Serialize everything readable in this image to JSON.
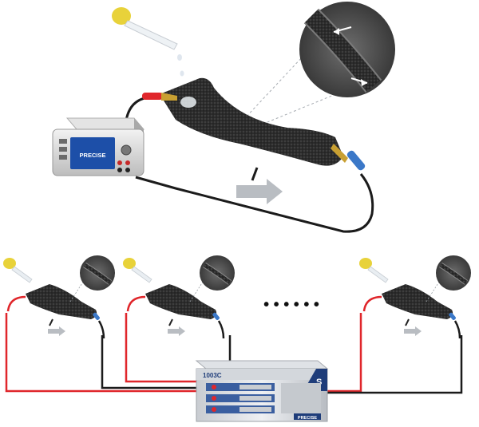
{
  "meter": {
    "brand": "PRECISE"
  },
  "chassis": {
    "model": "1003C",
    "brand": "PRECISE"
  },
  "ellipsis": "• • • • • •",
  "colors": {
    "red_wire": "#e0262b",
    "black_wire": "#1b1b1b",
    "fabric": "#2a2a2a",
    "dropper_bulb": "#e8d23a",
    "instrument_screen": "#1d4fa8",
    "blue_clip": "#3b78c8"
  }
}
